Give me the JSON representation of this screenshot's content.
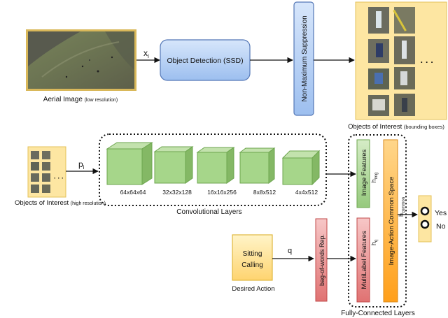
{
  "aerial": {
    "label_main": "Aerial Image",
    "label_note": "(low resolution)",
    "input_symbol": "x",
    "input_subscript": "i"
  },
  "detection": {
    "label": "Object Detection (SSD)",
    "nms_label": "Non-Maximum Suppression"
  },
  "objects_bbox": {
    "label_main": "Objects of Interest",
    "label_note": "(bounding boxes)",
    "ellipsis": "· · ·"
  },
  "objects_hr": {
    "label_main": "Objects of Interest",
    "label_note": "(high resolution)",
    "ellipsis": "· · ·",
    "input_symbol": "p",
    "input_subscript": "i"
  },
  "conv": {
    "group_label": "Convolutional Layers",
    "layers": [
      {
        "size": "64x64x64"
      },
      {
        "size": "32x32x128"
      },
      {
        "size": "16x16x256"
      },
      {
        "size": "8x8x512"
      },
      {
        "size": "4x4x512"
      }
    ]
  },
  "fc": {
    "group_label": "Fully-Connected Layers",
    "image_features": "Image Features",
    "h_img_symbol": "h",
    "h_img_subscript": "img",
    "multilabel_features": "MultiLabel Features",
    "h_q_symbol": "h",
    "h_q_subscript": "q",
    "common_space": "Image-Action Common Space",
    "h_common_symbol": "h",
    "h_common_subscript": "common"
  },
  "action": {
    "line1": "Sitting",
    "line2": "Calling",
    "label": "Desired Action",
    "q_symbol": "q",
    "bow_label": "bag-of-words Rep."
  },
  "output": {
    "yes": "Yes",
    "no": "No"
  }
}
